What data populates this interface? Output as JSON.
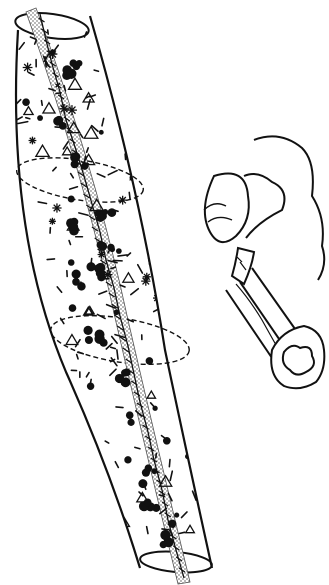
{
  "figure": {
    "subject": "",
    "colors": {
      "ink": "#111111",
      "stipple": "#9a9a9a",
      "background": "#ffffff"
    },
    "icons": {
      "dot": "filled-circle",
      "triangle": "open-triangle",
      "star": "asterisk",
      "dash": "short-rod"
    }
  }
}
